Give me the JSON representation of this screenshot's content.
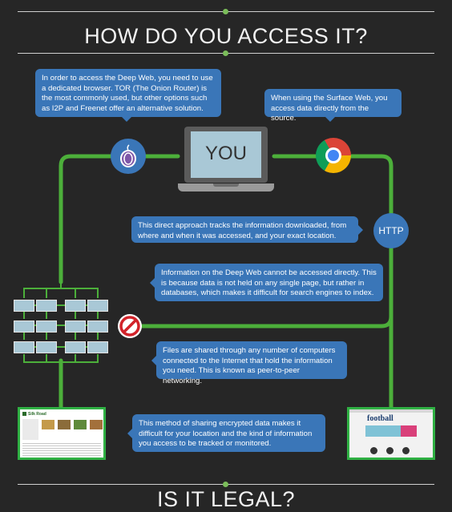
{
  "header": {
    "title": "HOW DO YOU ACCESS IT?"
  },
  "footer": {
    "title": "IS IT LEGAL?"
  },
  "laptop": {
    "label": "YOU"
  },
  "protocol": {
    "label": "HTTP"
  },
  "bubbles": {
    "tor": "In order to access the Deep Web, you need to use a dedicated browser. TOR (The Onion Router) is the most commonly used, but other options such as I2P and Freenet offer an alternative solution.",
    "surface": "When using the Surface Web, you access data directly from the source.",
    "direct": "This direct approach tracks the information downloaded, from where and when it was accessed, and your exact location.",
    "deep": "Information on the Deep Web cannot be accessed directly. This is because data is not held on any single page, but rather in databases, which makes it difficult for search engines to index.",
    "p2p": "Files are shared through any number of computers connected to the Internet that hold the information you need. This is known as peer-to-peer networking.",
    "encrypted": "This method of sharing encrypted data makes it difficult for your location and the kind of information you access to be tracked or monitored."
  },
  "sites": {
    "left_title": "Silk Road",
    "right_title": "football"
  },
  "colors": {
    "background": "#262626",
    "line": "#4caf3a",
    "bubble": "#3a76b8",
    "accent_dot": "#7bbd5a"
  },
  "icons": [
    "tor-onion-icon",
    "chrome-icon",
    "no-entry-icon",
    "computer-network-icon"
  ]
}
